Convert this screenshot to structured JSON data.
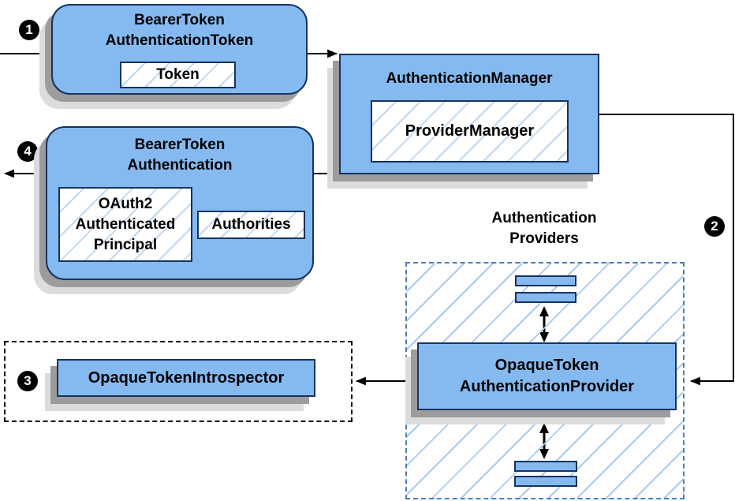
{
  "diagram": {
    "description": "Spring Security opaque token authentication flow",
    "colors": {
      "node_fill": "#85BAF0",
      "node_border": "#16335F",
      "hatch_line": "#A9CBEF",
      "dashed_container_border": "#4A7EBB",
      "dotted_container_border": "#000000",
      "shadow_dark": "#9C9C9C",
      "shadow_light": "#DCDCDC",
      "connector": "#000000",
      "badge_bg": "#000000",
      "badge_text": "#FFFFFF"
    },
    "nodes": {
      "bearer_token_authentication_token": {
        "title_line1": "BearerToken",
        "title_line2": "AuthenticationToken",
        "token_label": "Token"
      },
      "authentication_manager": {
        "title": "AuthenticationManager",
        "provider_manager_label": "ProviderManager"
      },
      "bearer_token_authentication": {
        "title_line1": "BearerToken",
        "title_line2": "Authentication",
        "principal_line1": "OAuth2",
        "principal_line2": "Authenticated",
        "principal_line3": "Principal",
        "authorities_label": "Authorities"
      },
      "authentication_providers": {
        "label_line1": "Authentication",
        "label_line2": "Providers"
      },
      "opaque_token_authentication_provider": {
        "title_line1": "OpaqueToken",
        "title_line2": "AuthenticationProvider"
      },
      "opaque_token_introspector": {
        "label": "OpaqueTokenIntrospector"
      }
    },
    "steps": {
      "step1": "1",
      "step2": "2",
      "step3": "3",
      "step4": "4"
    }
  }
}
